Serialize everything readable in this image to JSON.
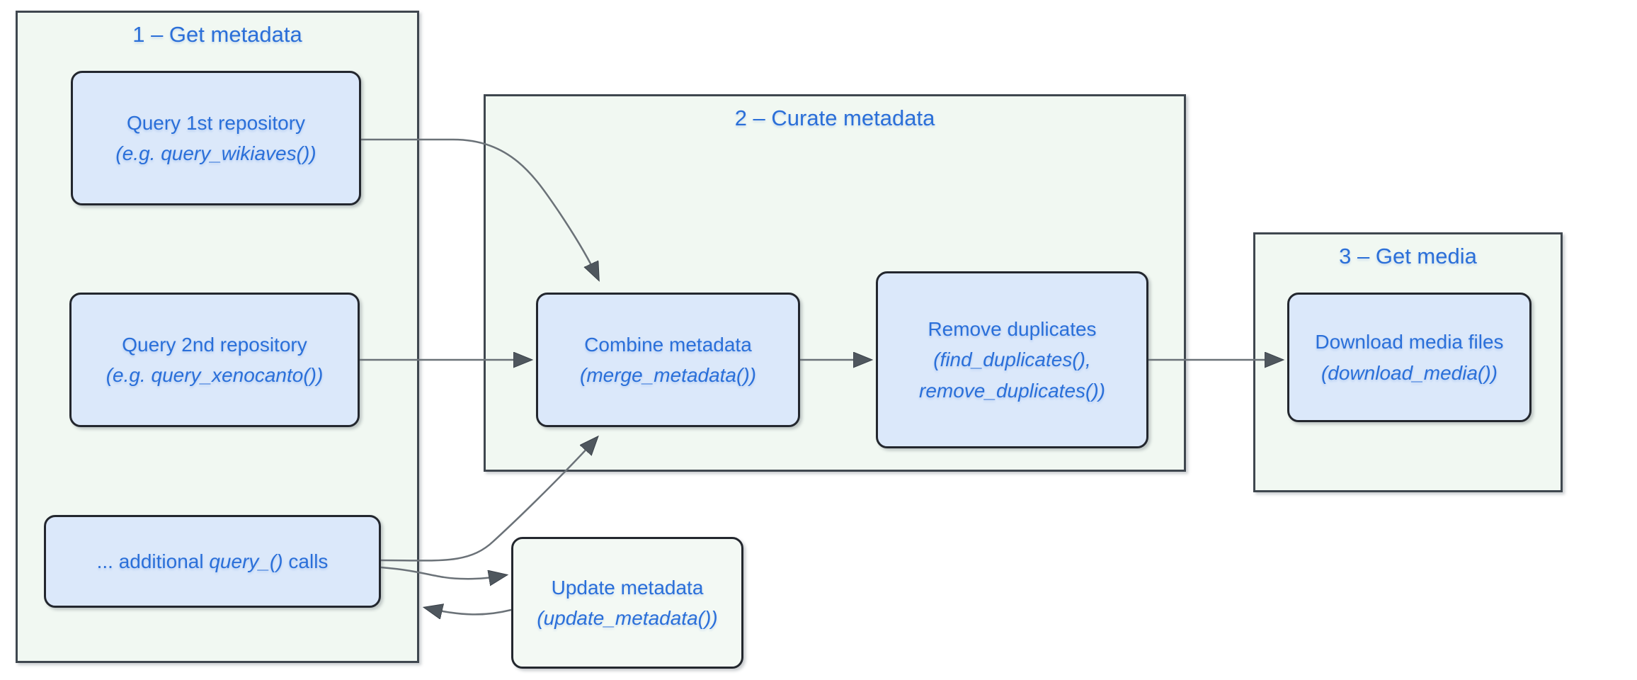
{
  "diagram": {
    "kind": "flowchart",
    "containers": [
      {
        "id": "get-metadata",
        "title": "1 – Get metadata"
      },
      {
        "id": "curate-metadata",
        "title": "2 – Curate metadata"
      },
      {
        "id": "get-media",
        "title": "3 – Get media"
      }
    ],
    "nodes": {
      "query1": {
        "line1": "Query 1st repository",
        "line2": "(e.g. query_wikiaves())"
      },
      "query2": {
        "line1": "Query 2nd repository",
        "line2": "(e.g. query_xenocanto())"
      },
      "additional": {
        "prefix": "... additional ",
        "italic_call": "query_()",
        "suffix": " calls"
      },
      "combine": {
        "line1": "Combine metadata",
        "line2": "(merge_metadata())"
      },
      "remove": {
        "line1": "Remove duplicates",
        "line2": "(find_duplicates(),",
        "line3": "remove_duplicates())"
      },
      "download": {
        "line1": "Download media files",
        "line2": "(download_media())"
      },
      "update": {
        "line1": "Update metadata",
        "line2": "(update_metadata())"
      }
    },
    "edges": [
      {
        "from": "query1",
        "to": "combine"
      },
      {
        "from": "query2",
        "to": "combine"
      },
      {
        "from": "combine",
        "to": "remove"
      },
      {
        "from": "remove",
        "to": "download"
      },
      {
        "from": "additional",
        "to": "combine"
      },
      {
        "from": "additional",
        "to": "update"
      },
      {
        "from": "update",
        "to": "get-metadata-container"
      }
    ],
    "colors": {
      "node_fill": "#dbe8fa",
      "node_alt_fill": "#f3f9f4",
      "node_border": "#23272e",
      "container_fill": "#f1f8f2",
      "container_border": "#3f474f",
      "text_blue": "#2a6fd9",
      "edge_line": "#6b7278",
      "arrowhead": "#4f575e",
      "page_background": "#ffffff"
    }
  }
}
